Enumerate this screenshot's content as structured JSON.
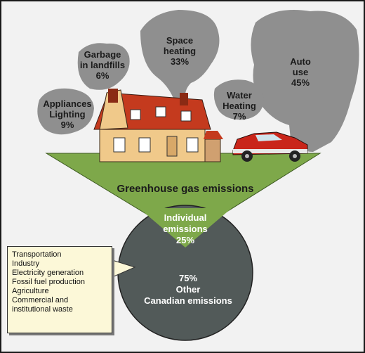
{
  "sources": [
    {
      "line1": "Appliances",
      "line2": "Lighting",
      "pct": "9%"
    },
    {
      "line1": "Garbage",
      "line2": "in landfills",
      "pct": "6%"
    },
    {
      "line1": "Space",
      "line2": "heating",
      "pct": "33%"
    },
    {
      "line1": "Water",
      "line2": "Heating",
      "pct": "7%"
    },
    {
      "line1": "Auto",
      "line2": "use",
      "pct": "45%"
    }
  ],
  "funnel_title": "Greenhouse gas emissions",
  "individual": {
    "line1": "Individual",
    "line2": "emissions",
    "pct": "25%"
  },
  "other": {
    "pct": "75%",
    "line1": "Other",
    "line2": "Canadian emissions"
  },
  "other_sources": [
    "Transportation",
    "Industry",
    "Electricity generation",
    "Fossil fuel production",
    "Agriculture",
    "Commercial and",
    "institutional waste"
  ],
  "colors": {
    "smoke": "#8f8f8f",
    "funnel": "#7ea84a",
    "circle": "#525a59",
    "legend_bg": "#fcf8d8"
  }
}
